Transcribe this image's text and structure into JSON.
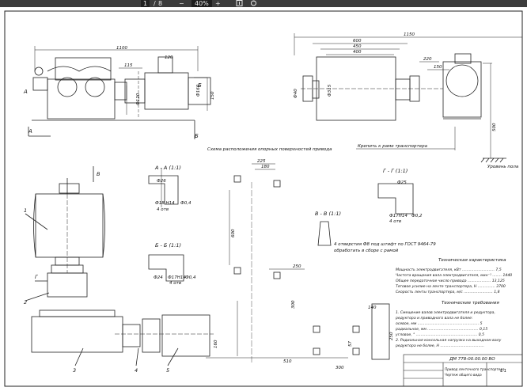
{
  "toolbar": {
    "page_current": "1",
    "page_sep": "/",
    "page_total": "8",
    "zoom_out": "−",
    "zoom_value": "40%",
    "zoom_in": "+",
    "fit_icon": "fit-page-icon",
    "rotate_icon": "rotate-icon"
  },
  "drawing": {
    "dim_1100": "1100",
    "dim_115": "115",
    "dim_120": "120",
    "dim_phi120": "Ф120",
    "dim_phi160": "Ф160",
    "dim_150": "150",
    "dim_1150": "1150",
    "dim_600": "600",
    "dim_450": "450",
    "dim_400": "400",
    "dim_220": "220",
    "dim_150b": "150",
    "dim_phi315": "Ф315",
    "dim_phi40": "Ф40",
    "dim_500": "500",
    "sec_A_left": "А",
    "sec_A_bottom": "А",
    "sec_B_right": "Б",
    "sec_B_mid": "Б",
    "scheme_caption": "Схема расположения опорных поверхностей привода",
    "frame_mount": "Крепить к раме транспортера",
    "floor_level": "Уровень пола",
    "view_AA": "А - А (1:1)",
    "view_GG": "Г - Г (1:1)",
    "view_BB": "Б - Б (1:1)",
    "view_VV": "В - В (1:1)",
    "dim_225": "225",
    "dim_180": "180",
    "dim_600b": "600",
    "dim_250": "250",
    "dim_300": "300",
    "dim_510": "510",
    "dim_160": "160",
    "dim_140": "140",
    "dim_250b": "250",
    "dim_57": "57",
    "dim_300b": "300",
    "holes_note": "4 отверстия Ф8 под штифт по ГОСТ 9464-79",
    "holes_note2": "обработать в сборе с рамой",
    "tol_phi18": "Ф18 Н14",
    "tol_phi18_count": "4 отв",
    "tol_phi26": "Ф26",
    "tol_phi25": "Ф25",
    "tol_phi17": "Ф17Н14",
    "tol_phi17_count": "4 отв",
    "tol_phi24": "Ф24",
    "tol_phi02": "Ф0,2",
    "tol_phi04": "Ф0,4",
    "callout_1": "1",
    "callout_2": "2",
    "callout_3": "3",
    "callout_4": "4",
    "callout_5": "5",
    "callout_G": "Г",
    "callout_V": "В",
    "tech_title": "Техническая характеристика",
    "tech": [
      "Мощность электродвигателя, кВт ............................ 7,5",
      "Частота вращения вала электродвигателя, мин⁻¹ ........ 1440",
      "Общее передаточное число привода .................... 13,125",
      "Тяговое усилие на ленте транспортера, Н ............... 3700",
      "Скорость ленты транспортера, м/с ......................... 1,8"
    ],
    "req_title": "Технические требования",
    "req": [
      "1. Смещение валов электродвигателя и редуктора,",
      "редуктора и приводного вала не более:",
      "осевое, мм ..................................................... 5",
      "радиальное, мм ............................................ 0,15",
      "угловое, ° ..................................................... 0,5",
      "2. Радиальная консольная нагрузка на выходном валу",
      "редуктора не более, Н ......................................"
    ],
    "title_code": "ДМ 778-00.00.00 ВО",
    "title_name": "Привод ленточного транспортера",
    "title_name2": "Чертеж общего вида",
    "title_sheet": "1:1"
  }
}
